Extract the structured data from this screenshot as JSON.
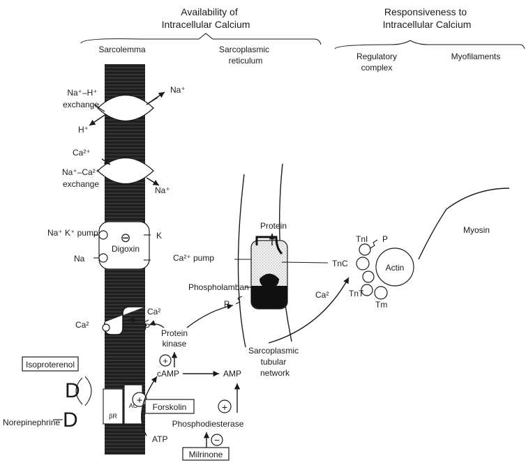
{
  "headers": {
    "availability_line1": "Availability of",
    "availability_line2": "Intracellular Calcium",
    "responsiveness_line1": "Responsiveness to",
    "responsiveness_line2": "Intracellular Calcium",
    "sarcolemma": "Sarcolemma",
    "sr_line1": "Sarcoplasmic",
    "sr_line2": "reticulum",
    "regulatory_line1": "Regulatory",
    "regulatory_line2": "complex",
    "myofilaments": "Myofilaments"
  },
  "sarcolemma_labels": {
    "na_h_line1": "Na⁺–H⁺",
    "na_h_line2": "exchange",
    "na_out": "Na⁺",
    "h_in": "H⁺",
    "ca_out": "Ca²⁺",
    "na_ca_line1": "Na⁺–Ca²⁺",
    "na_ca_line2": "exchange",
    "na_in": "Na⁺",
    "na_k_pump": "Na⁺ K⁺ pump",
    "k": "K",
    "na": "Na",
    "digoxin": "Digoxin",
    "minus_sign": "⊖",
    "ca_channel_left": "Ca²",
    "ca_channel_right": "Ca²",
    "p_channel": "P"
  },
  "signaling": {
    "protein_kinase_line1": "Protein",
    "protein_kinase_line2": "kinase",
    "plus_sign": "⊕",
    "camp": "cAMP",
    "amp": "AMP",
    "atp": "ATP",
    "forskolin": "Forskolin",
    "phosphodiesterase": "Phosphodiesterase",
    "milrinone": "Milrinone",
    "isoproterenol": "Isoproterenol",
    "norepinephrine": "Norepinephrine",
    "receptor_ac": "AC",
    "receptor_br": "βR"
  },
  "sr_labels": {
    "protein": "Protein",
    "ca_pump": "Ca²⁺ pump",
    "phospholamban": "Phospholamban",
    "p": "P",
    "tubular_line1": "Sarcoplasmic",
    "tubular_line2": "tubular",
    "tubular_line3": "network",
    "ca_release": "Ca²"
  },
  "myofilament_labels": {
    "tni": "TnI",
    "tnc": "TnC",
    "tnt": "TnT",
    "tm": "Tm",
    "p": "P",
    "actin": "Actin",
    "myosin": "Myosin"
  }
}
